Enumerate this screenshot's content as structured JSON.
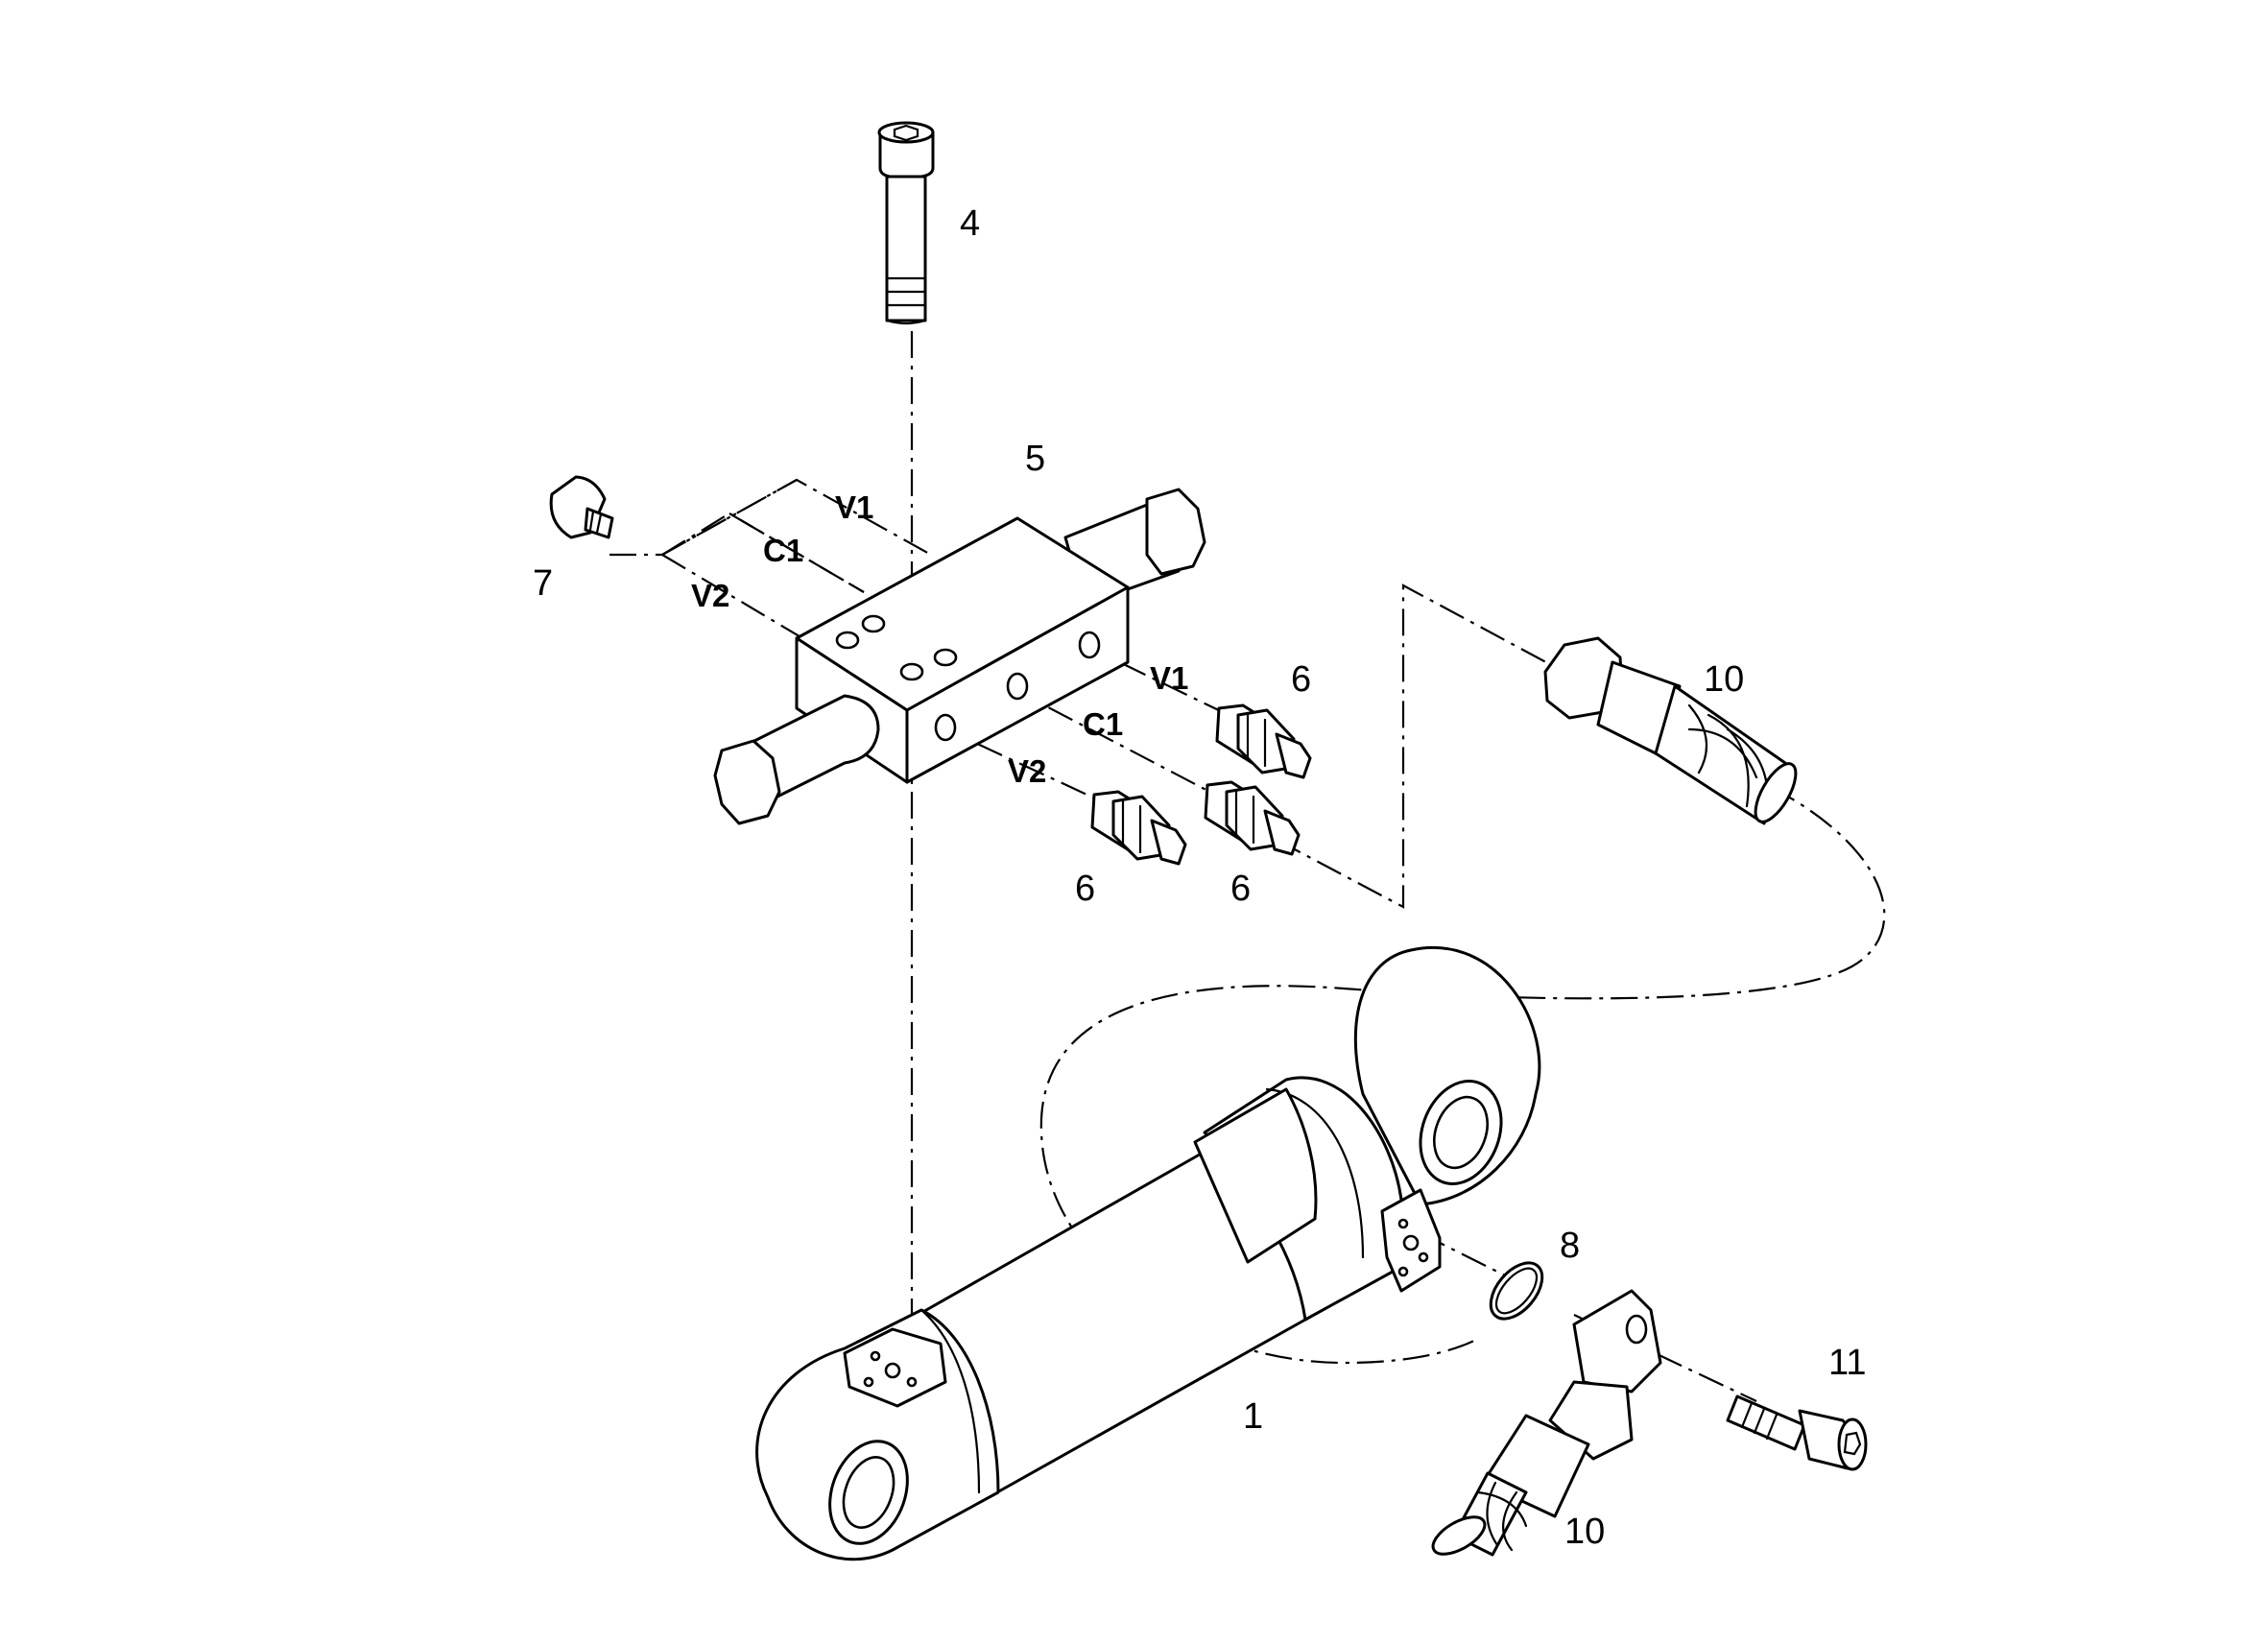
{
  "diagram": {
    "callouts": {
      "cylinder": "1",
      "screw_top": "4",
      "valve_block": "5",
      "fitting_upper": "6",
      "fitting_lower_left": "6",
      "fitting_lower_right": "6",
      "plug": "7",
      "o_ring": "8",
      "hose_upper": "10",
      "hose_lower": "10",
      "flange_screw": "11"
    },
    "port_labels": {
      "left_v1": "V1",
      "left_c1": "C1",
      "left_v2": "V2",
      "right_v1": "V1",
      "right_c1": "C1",
      "right_v2": "V2"
    }
  }
}
